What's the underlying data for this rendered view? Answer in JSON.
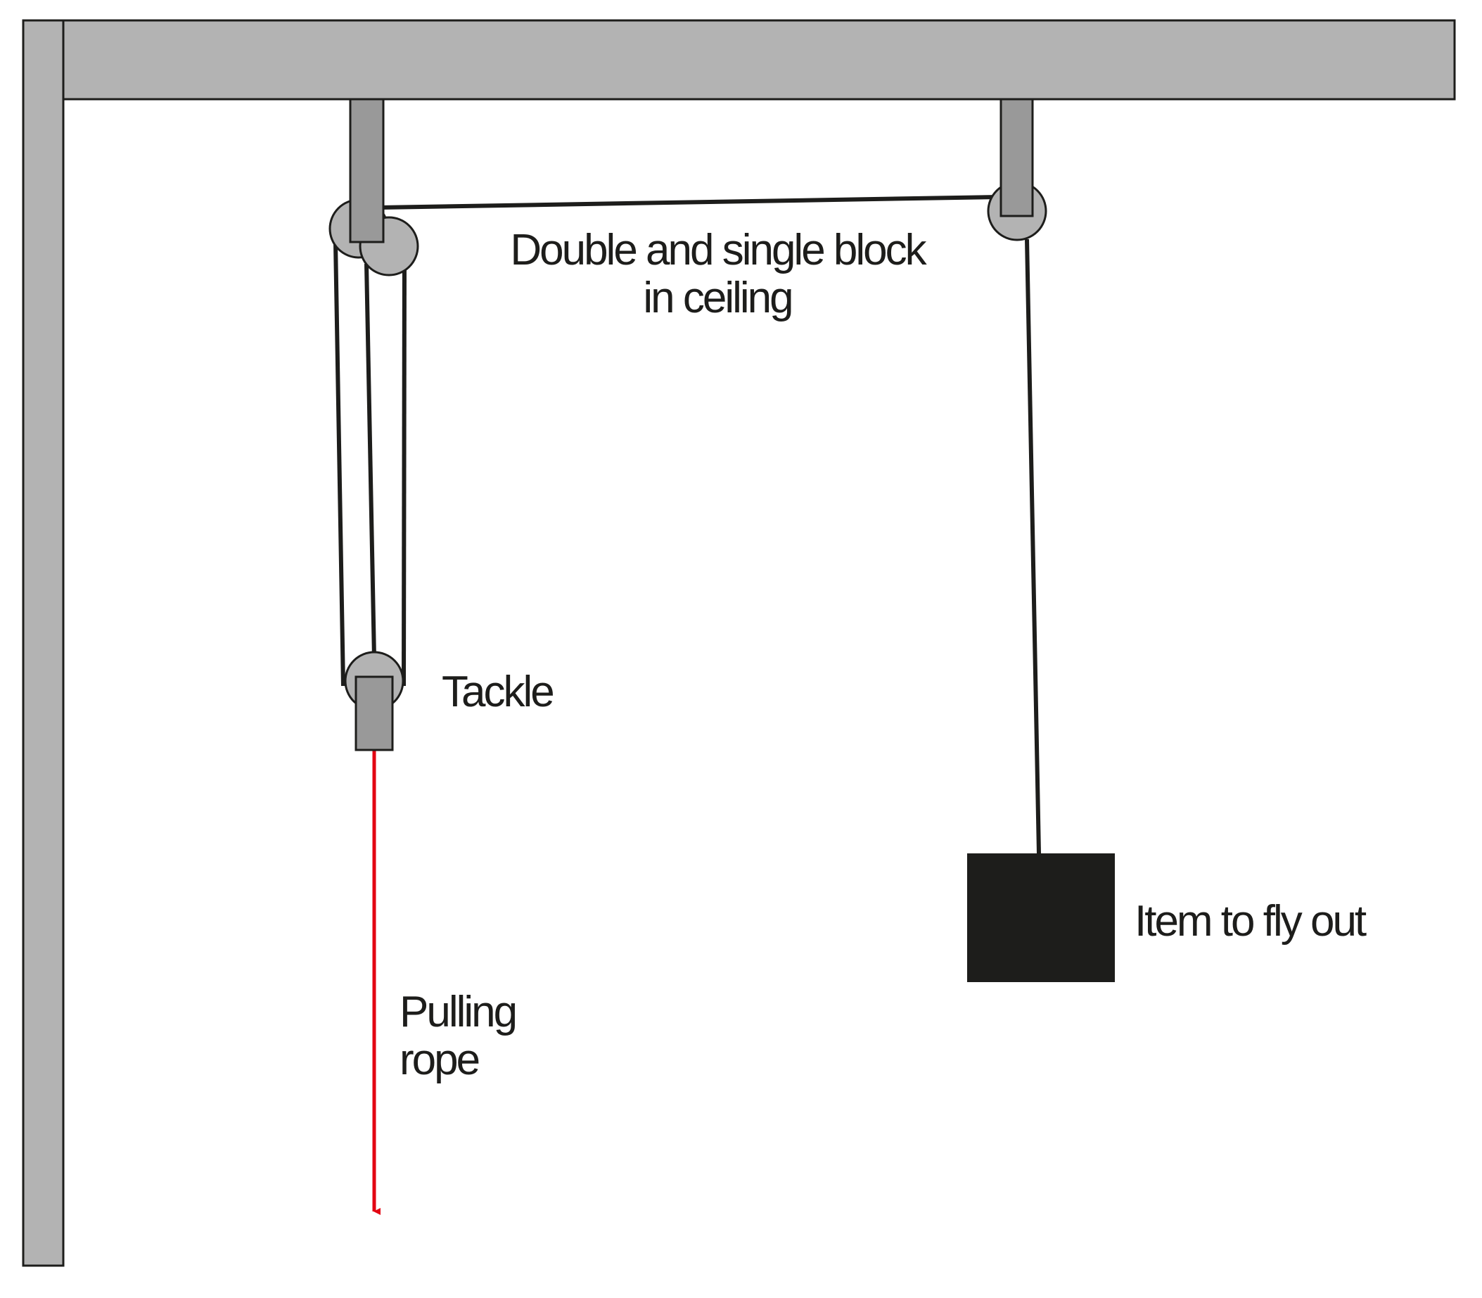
{
  "labels": {
    "blocks": {
      "line1": "Double and single block",
      "line2": "in ceiling"
    },
    "tackle": "Tackle",
    "item": "Item to fly out",
    "pulling_rope": {
      "line1": "Pulling",
      "line2": "rope"
    }
  },
  "colors": {
    "structure": "#b3b3b3",
    "bracket": "#999999",
    "outline": "#1d1d1b",
    "rope": "#1d1d1b",
    "pull_rope": "#e30613",
    "load": "#1d1d1b"
  }
}
